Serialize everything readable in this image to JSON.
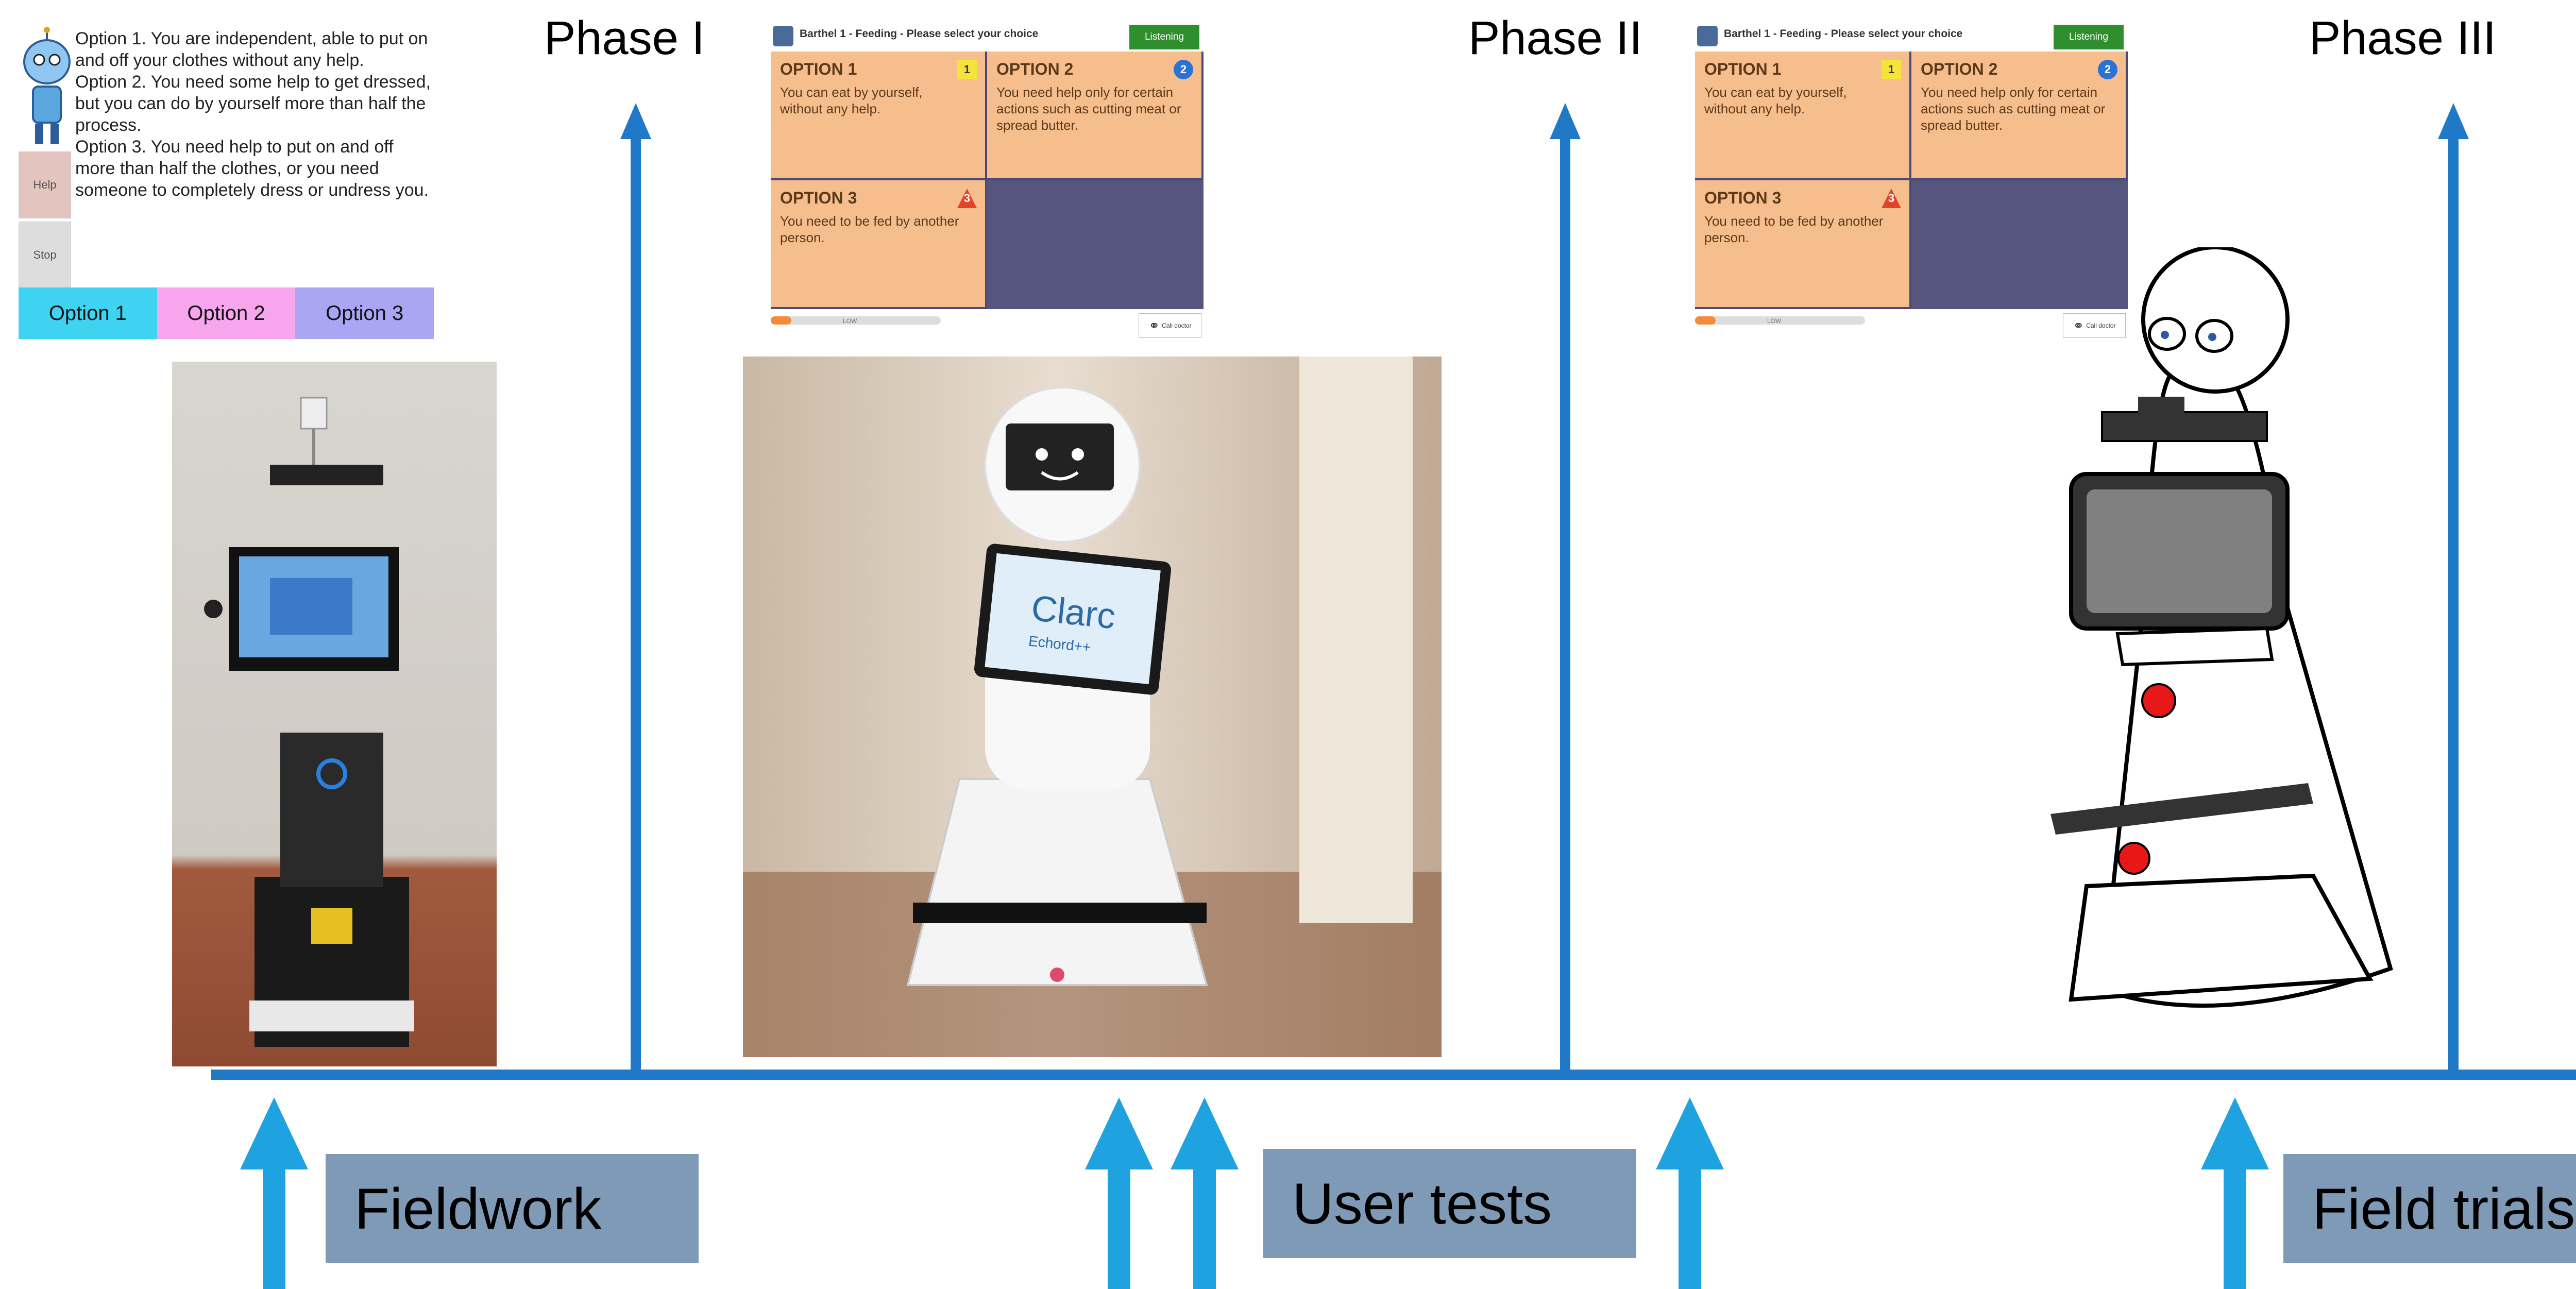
{
  "phases": [
    {
      "label": "Phase I"
    },
    {
      "label": "Phase II"
    },
    {
      "label": "Phase III"
    }
  ],
  "activities": [
    {
      "label": "Fieldwork"
    },
    {
      "label": "User tests"
    },
    {
      "label": "Field trials"
    }
  ],
  "early_ui": {
    "side_buttons": [
      "Help",
      "Stop"
    ],
    "option_texts": [
      "Option 1. You are independent, able to put on and off your clothes without any help.",
      "Option 2. You need some help to get dressed, but you can do by yourself more than half the process.",
      "Option 3. You need help to put on and off more than half the clothes, or you need someone to completely dress or undress you."
    ],
    "option_buttons": [
      "Option 1",
      "Option 2",
      "Option 3"
    ],
    "option_colors": [
      "#3fd3f2",
      "#f7a6ee",
      "#a9a6f4"
    ]
  },
  "barthel_screen": {
    "title": "Barthel 1 - Feeding - Please select your choice",
    "status": "Listening",
    "options": [
      {
        "title": "OPTION 1",
        "text": "You can eat by yourself, without any help.",
        "badge": "1"
      },
      {
        "title": "OPTION 2",
        "text": "You need help only for certain actions such as cutting meat or spread butter.",
        "badge": "2"
      },
      {
        "title": "OPTION 3",
        "text": "You need to be fed by another person.",
        "badge": "3"
      }
    ],
    "volume_label": "LOW",
    "call_button": "Call doctor"
  },
  "robot_screen_brand": {
    "name": "Clarc",
    "sub": "Echord++"
  },
  "colors": {
    "timeline_blue": "#1f79c7",
    "up_arrow_blue": "#1fa2e0",
    "box_fill": "#7f9ab6"
  }
}
